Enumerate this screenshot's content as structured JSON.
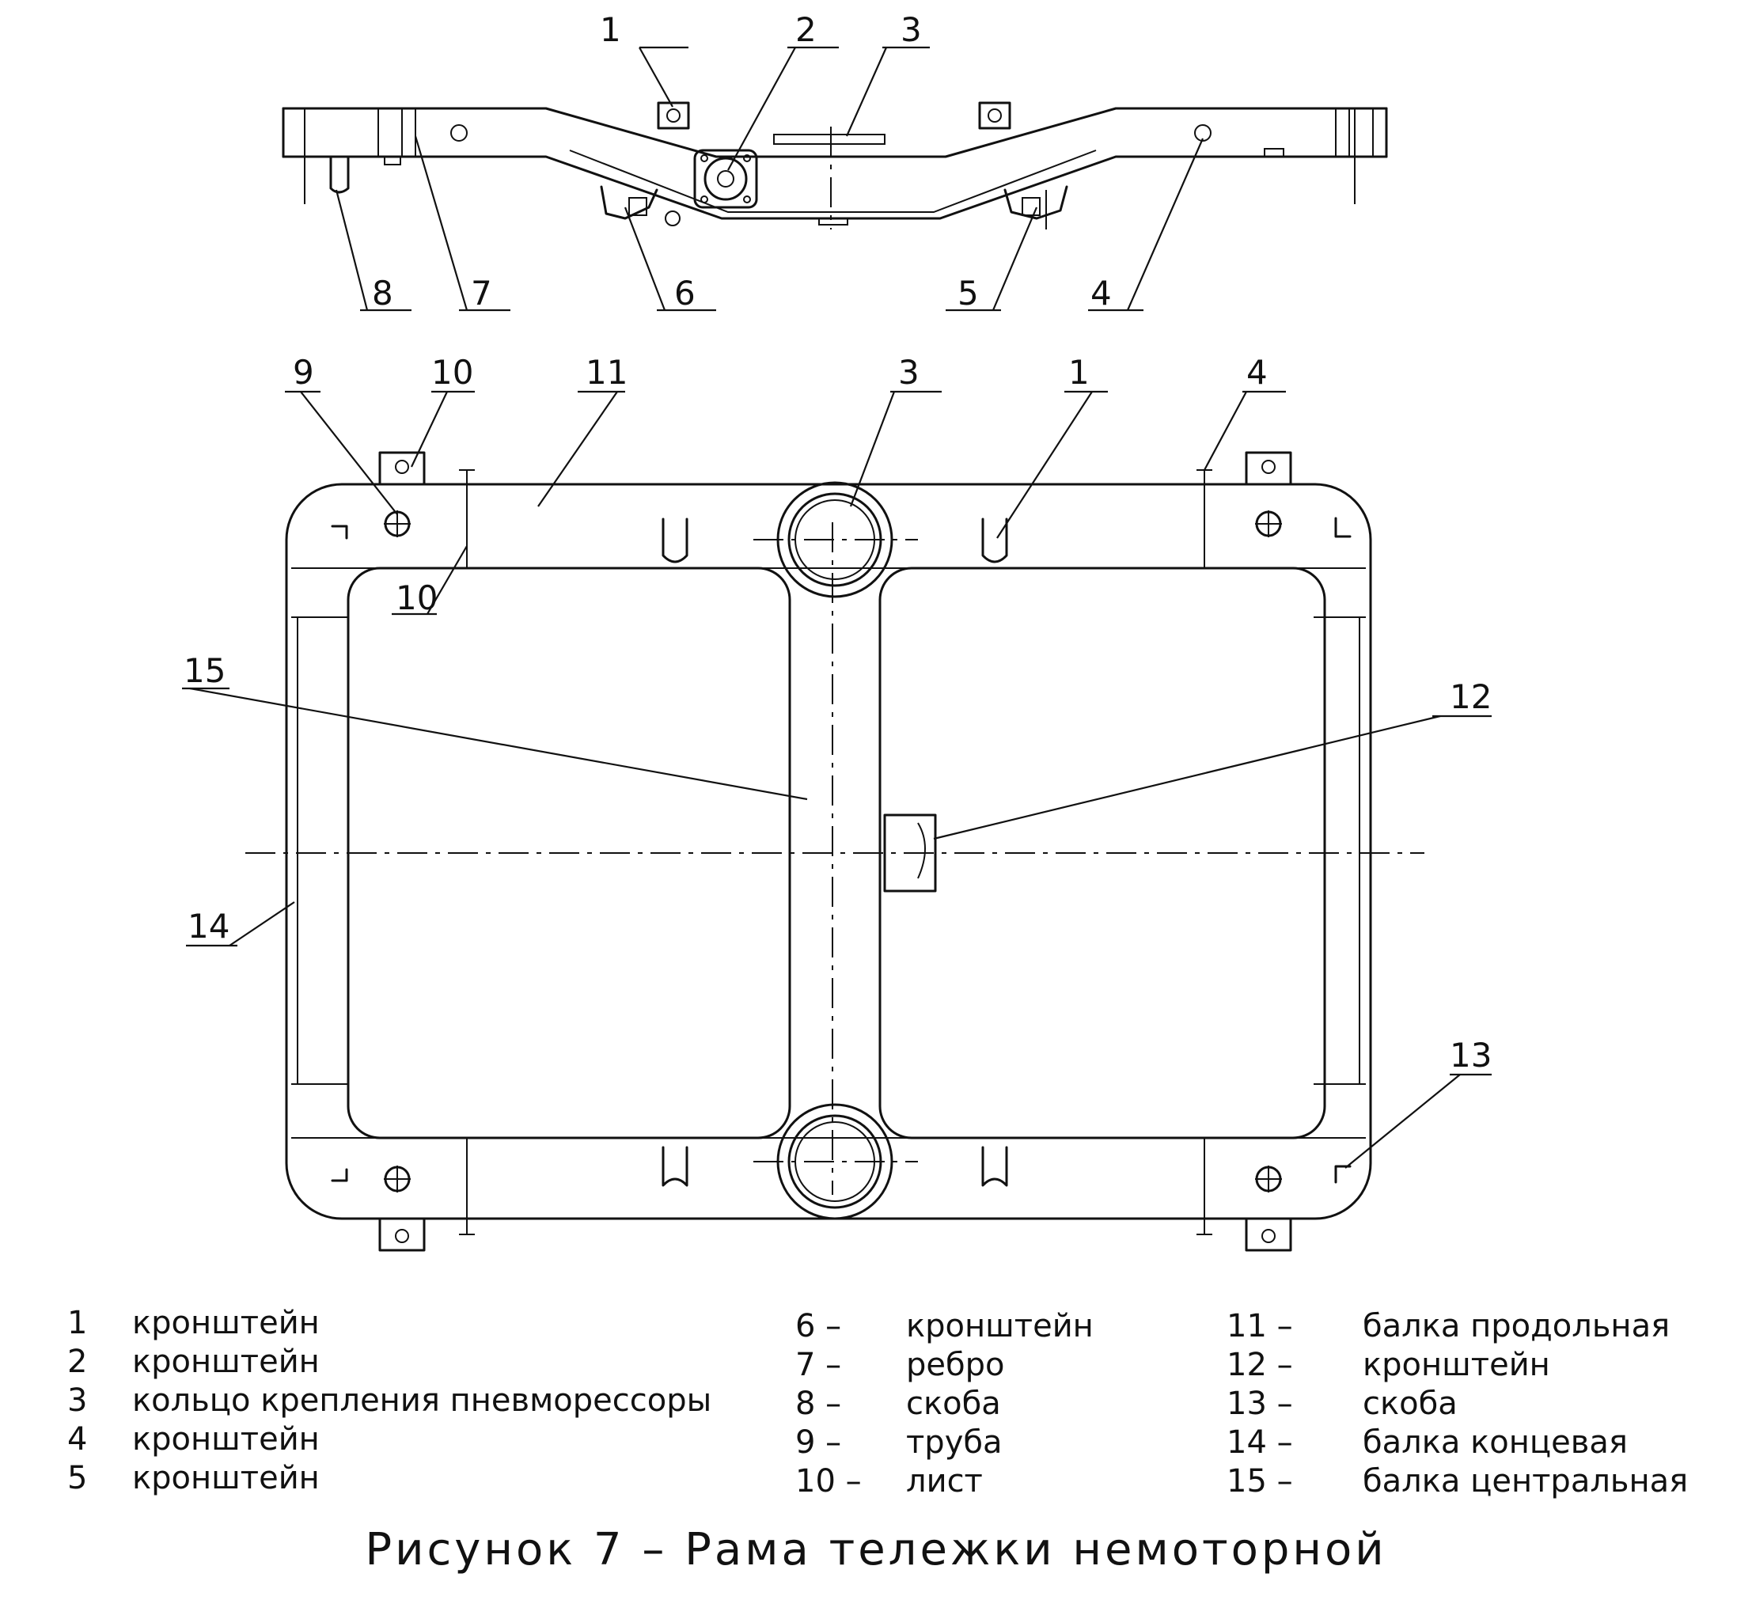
{
  "callouts": {
    "side": [
      "1",
      "2",
      "3",
      "8",
      "7",
      "6",
      "5",
      "4"
    ],
    "plan": [
      "9",
      "10",
      "11",
      "3",
      "1",
      "4",
      "10",
      "15",
      "12",
      "14",
      "13"
    ]
  },
  "legend": {
    "col1": [
      {
        "n": "1",
        "text": "кронштейн"
      },
      {
        "n": "2",
        "text": "кронштейн"
      },
      {
        "n": "3",
        "text": "кольцо крепления пневморессоры"
      },
      {
        "n": "4",
        "text": "кронштейн"
      },
      {
        "n": "5",
        "text": "кронштейн"
      }
    ],
    "col2": [
      {
        "n": "6 –",
        "text": "кронштейн"
      },
      {
        "n": "7 –",
        "text": "ребро"
      },
      {
        "n": "8 –",
        "text": "скоба"
      },
      {
        "n": "9 –",
        "text": "труба"
      },
      {
        "n": "10 –",
        "text": "лист"
      }
    ],
    "col3": [
      {
        "n": "11 –",
        "text": "балка продольная"
      },
      {
        "n": "12 –",
        "text": "кронштейн"
      },
      {
        "n": "13 –",
        "text": "скоба"
      },
      {
        "n": "14 –",
        "text": "балка концевая"
      },
      {
        "n": "15 –",
        "text": "балка центральная"
      }
    ]
  },
  "caption": {
    "text": "Рисунок 7 – Рама тележки немоторной"
  }
}
